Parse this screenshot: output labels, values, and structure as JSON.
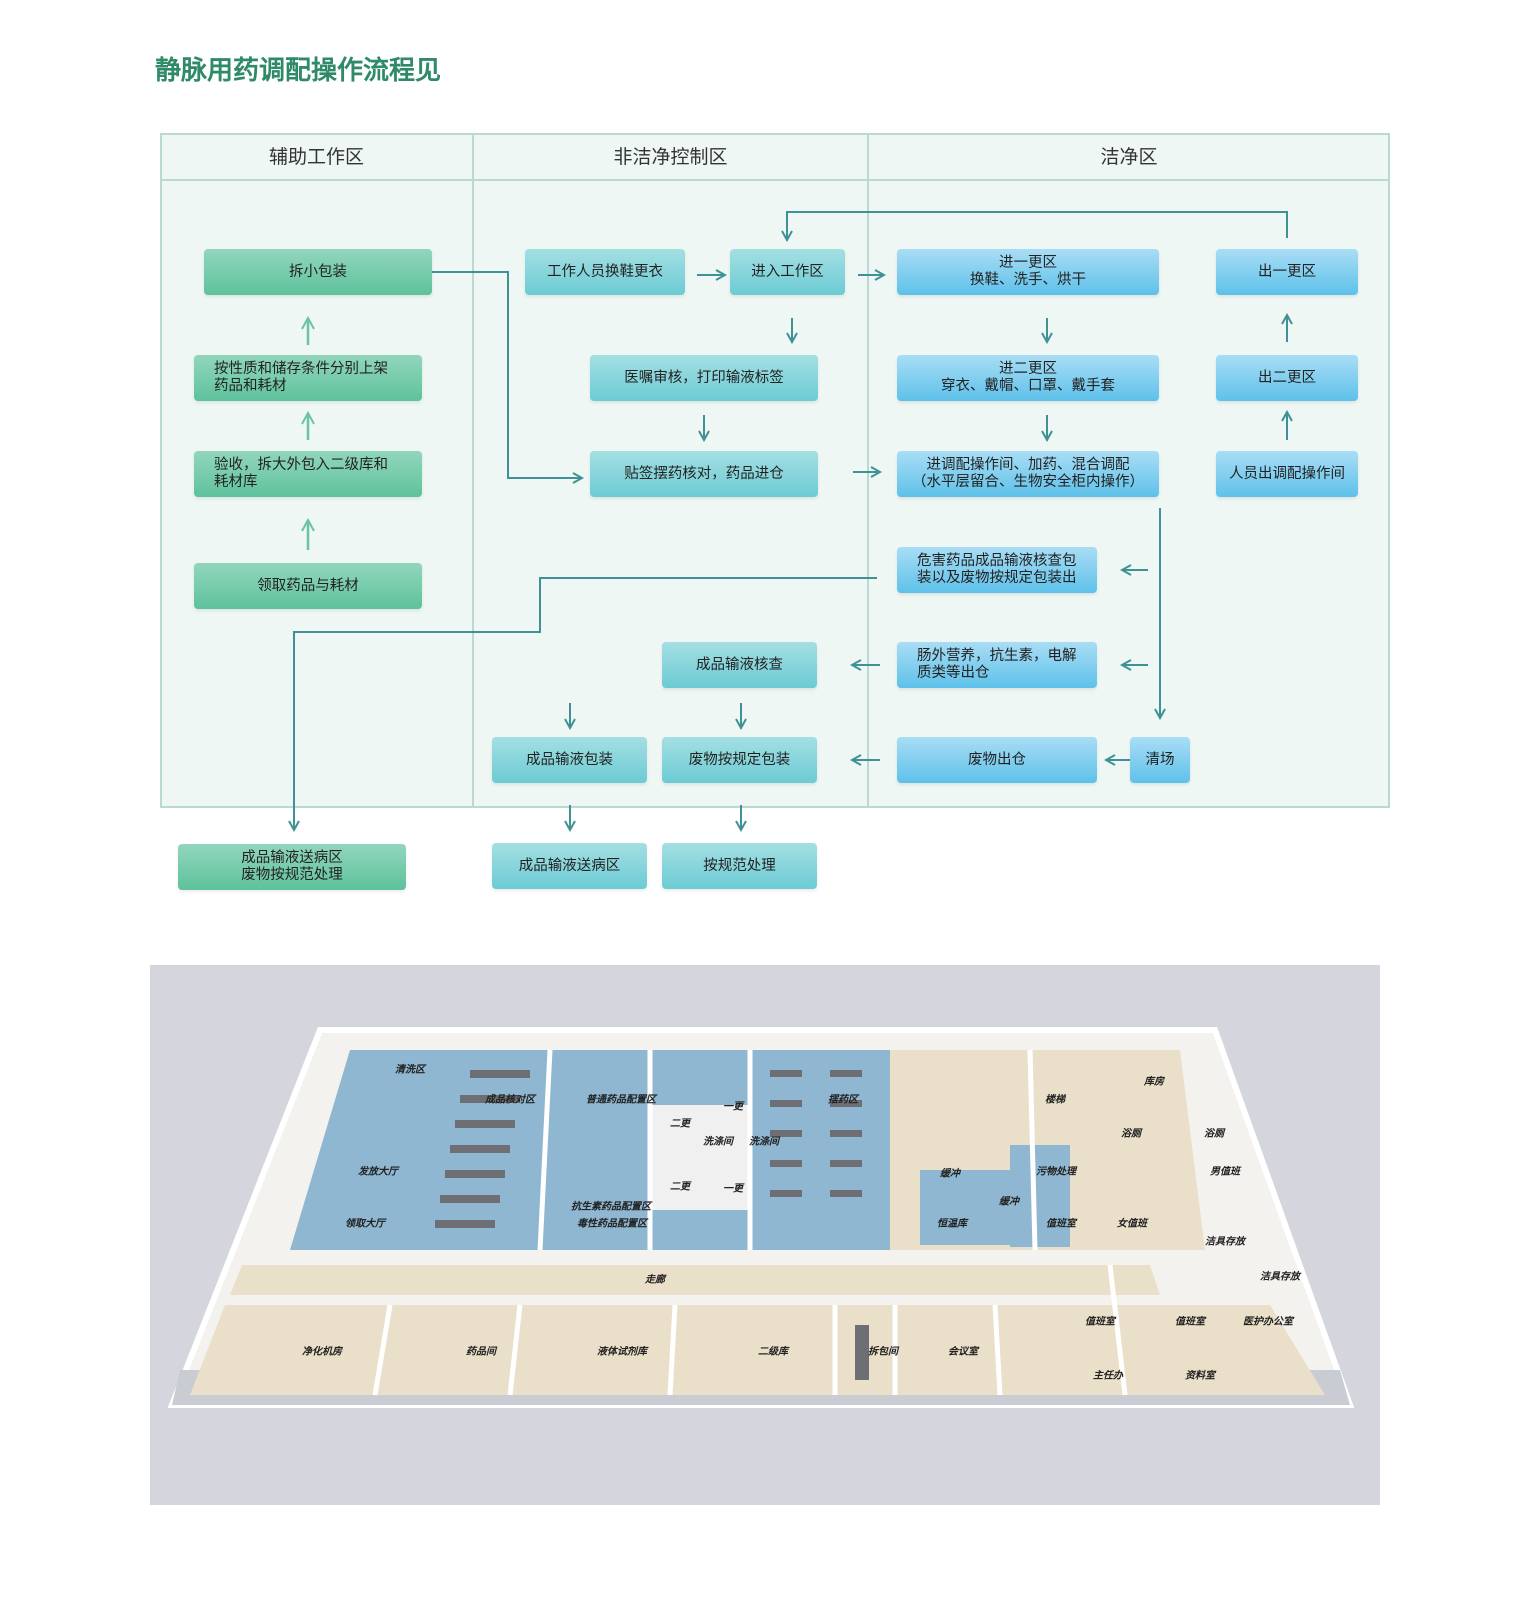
{
  "title": "静脉用药调配操作流程见",
  "zones": [
    "辅助工作区",
    "非洁净控制区",
    "洁净区"
  ],
  "aux": {
    "unpack_small": "拆小包装",
    "shelve": [
      "按性质和储存条件分别上架",
      "药品和耗材"
    ],
    "accept": [
      "验收，拆大外包入二级库和",
      "耗材库"
    ],
    "receive": "领取药品与耗材",
    "deliver": [
      "成品输液送病区",
      "废物按规范处理"
    ]
  },
  "noncl": {
    "change": "工作人员换鞋更衣",
    "enter": "进入工作区",
    "review": "医嘱审核，打印输液标签",
    "label": "贴签摆药核对，药品进仓",
    "check": "成品输液核查",
    "pack": "成品输液包装",
    "waste_pack": "废物按规定包装",
    "send": "成品输液送病区",
    "dispose": "按规范处理"
  },
  "clean": {
    "in1": [
      "进一更区",
      "换鞋、洗手、烘干"
    ],
    "out1": "出一更区",
    "in2": [
      "进二更区",
      "穿衣、戴帽、口罩、戴手套"
    ],
    "out2": "出二更区",
    "mix": [
      "进调配操作间、加药、混合调配",
      "（水平层留合、生物安全柜内操作）"
    ],
    "exit": "人员出调配操作间",
    "hazard": [
      "危害药品成品输液核查包",
      "装以及废物按规定包装出"
    ],
    "tpn": [
      "肠外营养，抗生素，电解",
      "质类等出仓"
    ],
    "waste_out": "废物出仓",
    "clear": "清场"
  },
  "floorplan": {
    "rooms": [
      "清洗区",
      "成品核对区",
      "普通药品配置区",
      "摆药区",
      "二更",
      "一更",
      "洗涤间",
      "洗涤间",
      "二更",
      "一更",
      "发放大厅",
      "领取大厅",
      "抗生素药品配置区",
      "毒性药品配置区",
      "缓冲",
      "缓冲",
      "恒温库",
      "楼梯",
      "库房",
      "浴厕",
      "浴厕",
      "污物处理",
      "值班室",
      "女值班",
      "男值班",
      "洁具存放",
      "洁具存放",
      "走廊",
      "净化机房",
      "药品间",
      "液体试剂库",
      "二级库",
      "拆包间",
      "会议室",
      "值班室",
      "值班室",
      "医护办公室",
      "主任办",
      "资料室"
    ]
  }
}
